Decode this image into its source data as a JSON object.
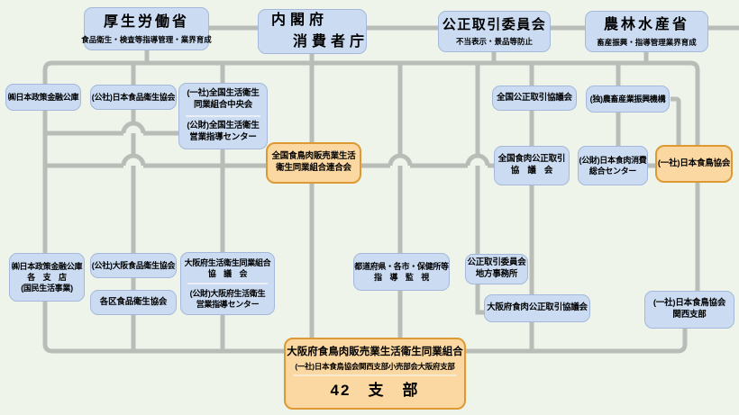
{
  "diagram": {
    "ministries": {
      "mhlw": {
        "title": "厚生労働省",
        "subtitle": "食品衛生・検査等指導管理・業界育成"
      },
      "cao": {
        "line1": "内閣府",
        "line2": "消費者庁"
      },
      "jftc": {
        "title": "公正取引委員会",
        "subtitle": "不当表示・景品等防止"
      },
      "maff": {
        "title": "農林水産省",
        "subtitle": "畜産振興・指導管理業界育成"
      }
    },
    "orgs": {
      "jfc": {
        "label": "㈱日本政策金融公庫"
      },
      "jfha": {
        "label": "(公社)日本食品衛生協会"
      },
      "seiei_chuokai": {
        "line1": "(一社)全国生活衛生",
        "line2": "同業組合中央会"
      },
      "seiei_center": {
        "line1": "(公財)全国生活衛生",
        "line2": "営業指導センター"
      },
      "kotori_rengokai": {
        "line1": "全国食鳥肉販売業生活",
        "line2": "衛生同業組合連合会"
      },
      "zenkoku_kotorihiki": {
        "label": "全国公正取引協議会"
      },
      "alic": {
        "label": "(独)農畜産業振興機構"
      },
      "shokuniku_kotorihiki": {
        "line1": "全国食肉公正取引",
        "line2": "協　議　会"
      },
      "shokuniku_center": {
        "line1": "(公財)日本食肉消費",
        "line2": "総合センター"
      },
      "jca": {
        "label": "(一社)日本食鳥協会"
      },
      "jfc_branch": {
        "line1": "㈱日本政策金融公庫",
        "line2": "各　支　店",
        "line3": "(国民生活事業)"
      },
      "osaka_jfha": {
        "label": "(公社)大阪食品衛生協会"
      },
      "kaku_ku": {
        "label": "各区食品衛生協会"
      },
      "osaka_seiei_kyogikai": {
        "line1": "大阪府生活衛生同業組合",
        "line2": "協　議　会"
      },
      "osaka_seiei_center": {
        "line1": "(公財)大阪府生活衛生",
        "line2": "営業指導センター"
      },
      "hokensho": {
        "line1": "都道府県・各市・保健所等",
        "line2": "指　導　監　視"
      },
      "jftc_local": {
        "line1": "公正取引委員会",
        "line2": "地方事務所"
      },
      "osaka_shokuniku": {
        "label": "大阪府食肉公正取引協議会"
      },
      "jca_kansai": {
        "line1": "(一社)日本食鳥協会",
        "line2": "関西支部"
      },
      "osaka_kumiai": {
        "line1": "大阪府食鳥肉販売業生活衛生同業組合",
        "line2": "(一社)日本食鳥協会関西支部小売部会大阪府支部",
        "line3": "42　支　部"
      }
    },
    "colors": {
      "background": "#eff4eb",
      "line": "#b9bdb8",
      "blue_fill": "#cbdcf2",
      "blue_border": "#a3b8da",
      "orange_fill": "#fbd8a2",
      "orange_border": "#dd9933"
    }
  }
}
